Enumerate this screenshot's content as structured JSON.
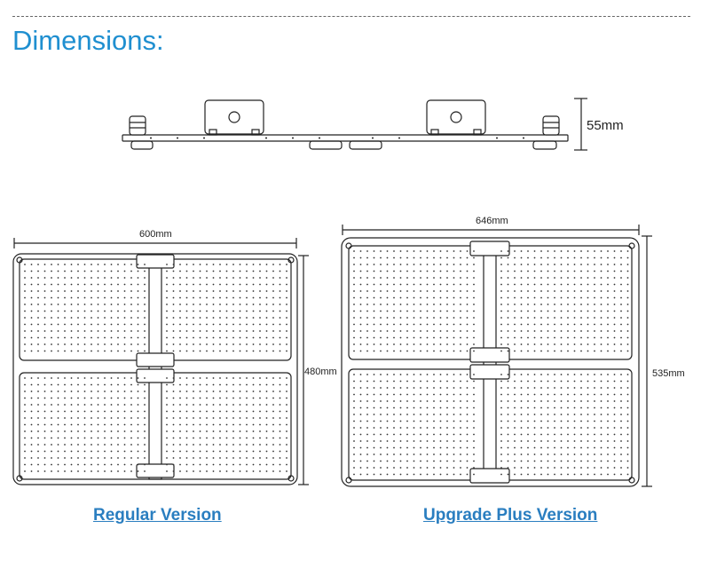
{
  "title": "Dimensions:",
  "side_view": {
    "height_label": "55mm"
  },
  "regular": {
    "width_label": "600mm",
    "height_label": "480mm",
    "caption": "Regular Version"
  },
  "upgrade": {
    "width_label": "646mm",
    "height_label": "535mm",
    "caption": "Upgrade Plus Version"
  },
  "colors": {
    "title": "#1f8fd0",
    "caption": "#2a7ec0",
    "line": "#222222"
  }
}
